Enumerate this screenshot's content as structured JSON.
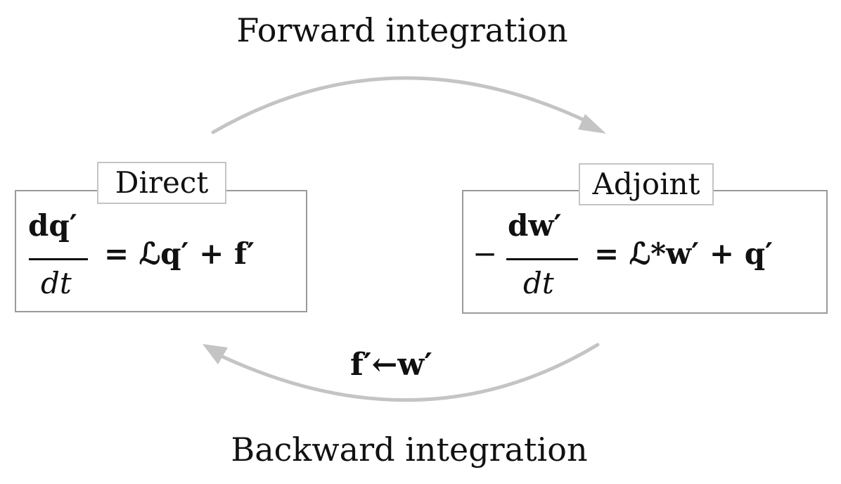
{
  "forward_label": "Forward integration",
  "backward_label": "Backward integration",
  "direct": {
    "tag": "Direct",
    "equation": {
      "numerator": "dq′",
      "denominator": "dt",
      "rhs": "= ℒq′ + f′"
    }
  },
  "adjoint": {
    "tag": "Adjoint",
    "equation": {
      "sign": "−",
      "numerator": "dw′",
      "denominator": "dt",
      "rhs": "= ℒ*w′ + q′"
    }
  },
  "feedback_label": "f′←w′",
  "colors": {
    "arrow": "#c4c4c4",
    "box_border": "#9a9a9a",
    "tag_border": "#c4c4c4",
    "text": "#111111"
  }
}
